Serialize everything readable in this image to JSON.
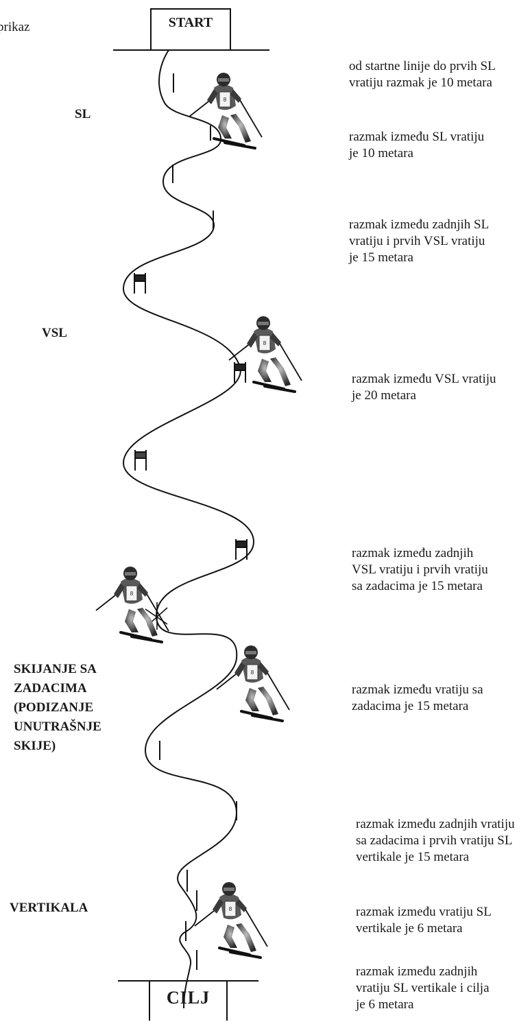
{
  "header": {
    "corner_text": "prikaz"
  },
  "start_label": "START",
  "finish_label": "CILJ",
  "sections": {
    "sl": "SL",
    "vsl": "VSL",
    "tasks": [
      "SKIJANJE SA",
      "ZADACIMA",
      "(PODIZANJE",
      "UNUTRAŠNJE",
      "SKIJE)"
    ],
    "vertical": "VERTIKALA"
  },
  "notes": [
    {
      "lines": [
        "od startne linije do prvih SL",
        "vratiju razmak je 10 metara"
      ]
    },
    {
      "lines": [
        "razmak između SL vratiju",
        "je 10 metara"
      ]
    },
    {
      "lines": [
        "razmak između zadnjih SL",
        "vratiju i prvih VSL vratiju",
        "je 15 metara"
      ]
    },
    {
      "lines": [
        "razmak između VSL vratiju",
        "je 20 metara"
      ]
    },
    {
      "lines": [
        "razmak između zadnjih",
        "VSL vratiju i prvih vratiju",
        "sa zadacima je 15 metara"
      ]
    },
    {
      "lines": [
        "razmak između vratiju sa",
        "zadacima je 15 metara"
      ]
    },
    {
      "lines": [
        "razmak između zadnjih vratiju",
        "sa zadacima i prvih vratiju SL",
        "vertikale je 15 metara"
      ]
    },
    {
      "lines": [
        "razmak između vratiju SL",
        "vertikale je 6 metara"
      ]
    },
    {
      "lines": [
        "razmak između zadnjih",
        "vratiju SL vertikale i cilja",
        "je 6 metara"
      ]
    }
  ],
  "icons": [
    "skier-icon",
    "sl-gate-icon",
    "vsl-gate-icon",
    "task-gate-icon"
  ]
}
